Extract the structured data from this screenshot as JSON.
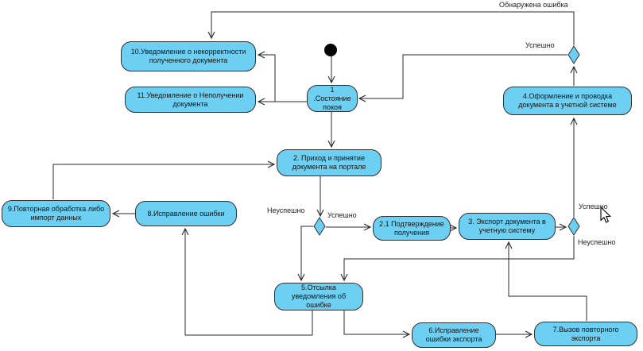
{
  "diagram": {
    "type": "uml-activity-diagram",
    "nodes": {
      "n1": "1 .Состояние покоя",
      "n2": "2. Приход и принятие документа на портале",
      "n21": "2.1 Подтверждение получения",
      "n3": "3. Экспорт документа в учетную систему",
      "n4": "4.Оформление и проводка документа в учетной системе",
      "n5": "5.Отсылка уведомления об ошибке",
      "n6": "6.Исправление ошибки экспорта",
      "n7": "7.Вызов повторного экспорта",
      "n8": "8.Исправление ошибки",
      "n9": "9.Повторная обработка либо импорт данных",
      "n10": "10.Уведомление о некорректности полученного документа",
      "n11": "11.Уведомление о Неполучении документа"
    },
    "edge_labels": {
      "error_detected": "Обнаружена ошибка",
      "success_top": "Успешно",
      "success_mid": "Успешно",
      "fail_mid": "Неуспешно",
      "success_right": "Успешно",
      "fail_right": "Неуспешно"
    },
    "colors": {
      "node_fill": "#6dcff2",
      "node_border": "#2f2f2f",
      "line": "#2a2a2a",
      "initial_state": "#000000"
    }
  }
}
